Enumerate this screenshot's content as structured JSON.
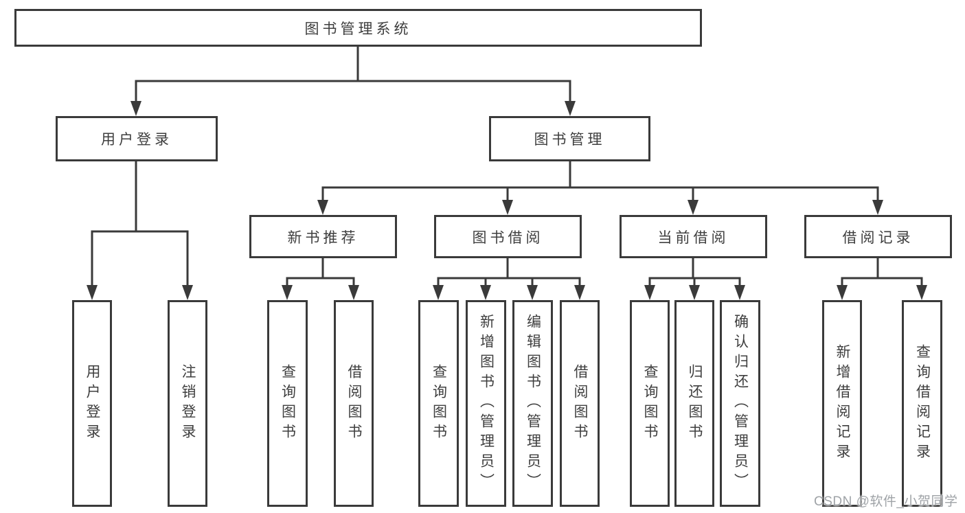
{
  "diagram": {
    "root": {
      "label": "图书管理系统"
    },
    "branches": [
      {
        "label": "用户登录",
        "children": [
          {
            "label": "用户登录"
          },
          {
            "label": "注销登录"
          }
        ]
      },
      {
        "label": "图书管理",
        "children": [
          {
            "label": "新书推荐",
            "children": [
              {
                "label": "查询图书"
              },
              {
                "label": "借阅图书"
              }
            ]
          },
          {
            "label": "图书借阅",
            "children": [
              {
                "label": "查询图书"
              },
              {
                "label": "新增图书（管理员）"
              },
              {
                "label": "编辑图书（管理员）"
              },
              {
                "label": "借阅图书"
              }
            ]
          },
          {
            "label": "当前借阅",
            "children": [
              {
                "label": "查询图书"
              },
              {
                "label": "归还图书"
              },
              {
                "label": "确认归还（管理员）"
              }
            ]
          },
          {
            "label": "借阅记录",
            "children": [
              {
                "label": "新增借阅记录"
              },
              {
                "label": "查询借阅记录"
              }
            ]
          }
        ]
      }
    ]
  },
  "watermark": {
    "text": "CSDN @软件_小贺同学"
  },
  "colors": {
    "line": "#3a3a3a",
    "text": "#3e3e3e",
    "watermark": "#9fa3a7",
    "background": "#ffffff"
  }
}
